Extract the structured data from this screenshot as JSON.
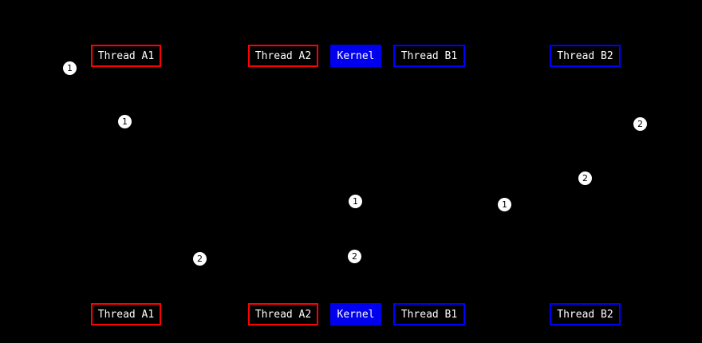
{
  "diagram": {
    "colors": {
      "background": "#000000",
      "text": "#ffffff",
      "thread_a_border": "#ff0000",
      "thread_b_border": "#0000ff",
      "kernel_fill": "#0000ee",
      "marker_bg": "#ffffff",
      "marker_text": "#000000"
    },
    "top_boxes": [
      {
        "label": "Thread A1",
        "style": "red-border"
      },
      {
        "label": "Thread A2",
        "style": "red-border"
      },
      {
        "label": "Kernel",
        "style": "blue-fill"
      },
      {
        "label": "Thread B1",
        "style": "blue-border"
      },
      {
        "label": "Thread B2",
        "style": "blue-border"
      }
    ],
    "bottom_boxes": [
      {
        "label": "Thread A1",
        "style": "red-border"
      },
      {
        "label": "Thread A2",
        "style": "red-border"
      },
      {
        "label": "Kernel",
        "style": "blue-fill"
      },
      {
        "label": "Thread B1",
        "style": "blue-border"
      },
      {
        "label": "Thread B2",
        "style": "blue-border"
      }
    ],
    "markers": [
      {
        "number": "1"
      },
      {
        "number": "1"
      },
      {
        "number": "1"
      },
      {
        "number": "1"
      },
      {
        "number": "2"
      },
      {
        "number": "2"
      },
      {
        "number": "2"
      },
      {
        "number": "2"
      }
    ]
  }
}
